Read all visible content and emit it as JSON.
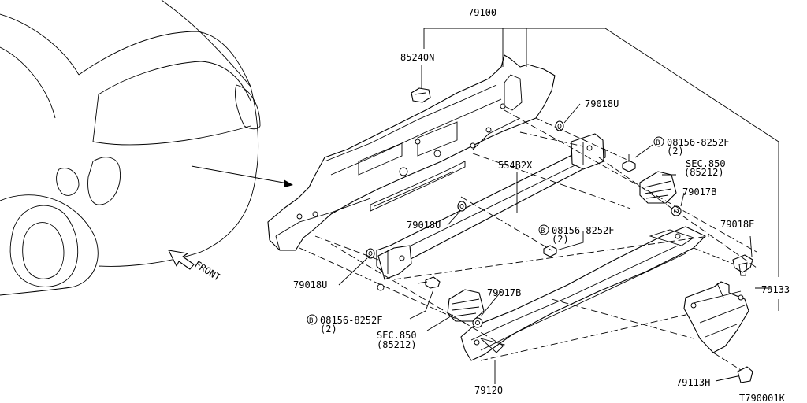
{
  "diagram_id": "T790001K",
  "front_label": "FRONT",
  "parts": {
    "p79100": "79100",
    "p85240N": "85240N",
    "p79018U_a": "79018U",
    "p79018U_b": "79018U",
    "p79018U_c": "79018U",
    "p554B2X": "554B2X",
    "p79017B_a": "79017B",
    "p79017B_b": "79017B",
    "p79018E": "79018E",
    "p79133": "79133",
    "p79113H": "79113H",
    "p79120": "79120",
    "bolt_a": "08156-8252F",
    "bolt_a_qty": "(2)",
    "bolt_b": "08156-8252F",
    "bolt_b_qty": "(2)",
    "bolt_c": "08156-8252F",
    "bolt_c_qty": "(2)",
    "sec_a": "SEC.850",
    "sec_a_ref": "(85212)",
    "sec_b": "SEC.850",
    "sec_b_ref": "(85212)",
    "bolt_symbol": "B"
  }
}
